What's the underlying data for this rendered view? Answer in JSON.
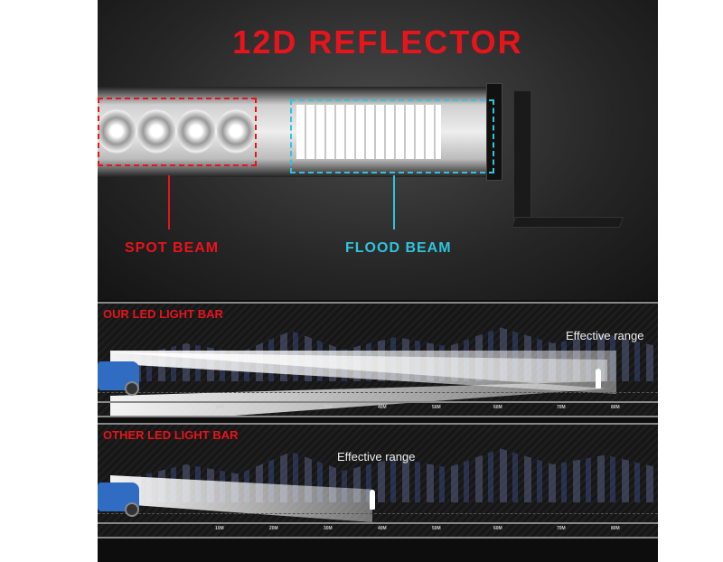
{
  "title": "12D REFLECTOR",
  "labels": {
    "spot": "SPOT BEAM",
    "flood": "FLOOD BEAM"
  },
  "comparisons": [
    {
      "title": "OUR LED LIGHT BAR",
      "effective_label": "Effective range",
      "range_m": 80
    },
    {
      "title": "OTHER LED LIGHT BAR",
      "effective_label": "Effective range",
      "range_m": 40
    }
  ],
  "distance_ticks": [
    "10M",
    "20M",
    "30M",
    "40M",
    "50M",
    "60M",
    "70M",
    "80M"
  ],
  "colors": {
    "spot": "#e8141b",
    "flood": "#2ec4dc"
  }
}
